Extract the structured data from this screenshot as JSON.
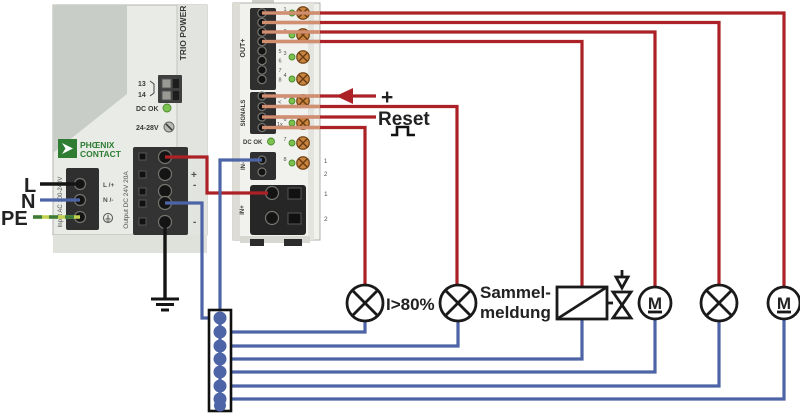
{
  "device_psu": {
    "model": "TRIO POWER",
    "brand_line1": "PHŒNIX",
    "brand_line2": "CONTACT",
    "relay_contact_13": "13",
    "relay_contact_14": "14",
    "dc_ok_label": "DC OK",
    "voltage_adjust_label": "24-28V",
    "input_rating": "Input AC 100-240V",
    "output_rating": "Output DC 24V 20A",
    "terminal_live_label": "L /+",
    "terminal_neutral_label": "N /-",
    "output_plus_label": "+",
    "output_minus_label": "-",
    "output_minus2_label": "-"
  },
  "device_breaker": {
    "out_group_label": "OUT+",
    "signals_group_label": "SIGNALS",
    "dc_ok_label": "DC OK",
    "in_minus_label": "IN-",
    "in_plus_label": "IN+",
    "out_terminal_numbers": [
      "5",
      "6",
      "7",
      "8"
    ],
    "channel_numbers": [
      "1",
      "2",
      "3",
      "4",
      "5",
      "6",
      "7",
      "8"
    ],
    "in_minus_terminal_numbers": [
      "1",
      "2"
    ],
    "in_plus_terminal_numbers": [
      "1",
      "2"
    ],
    "signal_mark_angle": "<",
    "signal_mark_group": "1x"
  },
  "supply_lines": {
    "live": "L",
    "neutral": "N",
    "earth": "PE"
  },
  "annotations": {
    "plus_feed": "+",
    "reset": "Reset",
    "load_current_lamp": "I>80%",
    "collective_message_line1": "Sammel-",
    "collective_message_line2": "meldung",
    "motor": "M"
  },
  "colors": {
    "wire_plus": "#ab2126",
    "wire_plus_over_device": "#d09070",
    "wire_minus": "#4d64a6",
    "wire_earth_base": "#c3d24f",
    "wire_earth_dash": "#3e7a39",
    "led_green": "#7cc24e",
    "knob_orange": "#c98440",
    "logo_green": "#2e7d33"
  }
}
